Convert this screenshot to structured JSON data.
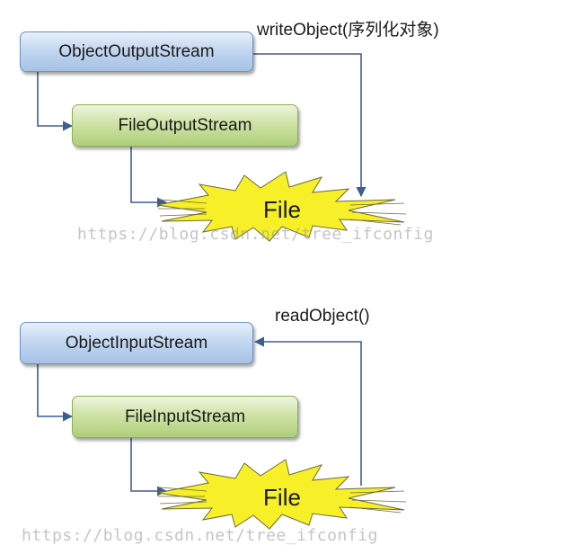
{
  "serialization": {
    "outer_stream": "ObjectOutputStream",
    "inner_stream": "FileOutputStream",
    "method": "writeObject(序列化对象)",
    "target": "File"
  },
  "deserialization": {
    "outer_stream": "ObjectInputStream",
    "inner_stream": "FileInputStream",
    "method": "readObject()",
    "target": "File"
  },
  "watermark": "https://blog.csdn.net/tree_ifconfig",
  "colors": {
    "outer_box": "#b7cdec",
    "inner_box": "#c3dc96",
    "burst_fill": "#f7f028",
    "arrow_line": "#3d5f8f"
  }
}
